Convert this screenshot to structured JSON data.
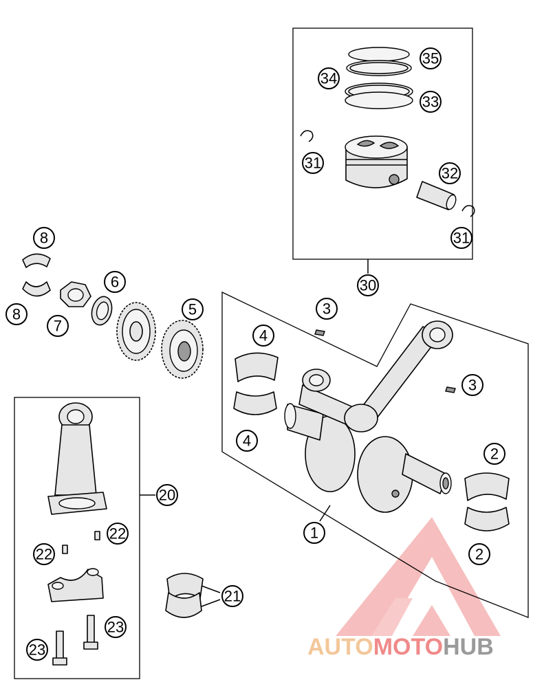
{
  "callouts": {
    "c1": "1",
    "c2a": "2",
    "c2b": "2",
    "c3a": "3",
    "c3b": "3",
    "c4a": "4",
    "c4b": "4",
    "c5": "5",
    "c6": "6",
    "c7": "7",
    "c8a": "8",
    "c8b": "8",
    "c20": "20",
    "c21": "21",
    "c22a": "22",
    "c22b": "22",
    "c23a": "23",
    "c23b": "23",
    "c30": "30",
    "c31a": "31",
    "c31b": "31",
    "c32": "32",
    "c33": "33",
    "c34": "34",
    "c35": "35"
  },
  "watermark": {
    "part1": "AUTO",
    "part2": "MOTO",
    "part3": "HUB",
    "colors": {
      "auto": "#f3c79a",
      "moto": "#f08a8a",
      "hub": "#9a9a9a",
      "logo": "#f08a8a"
    }
  }
}
